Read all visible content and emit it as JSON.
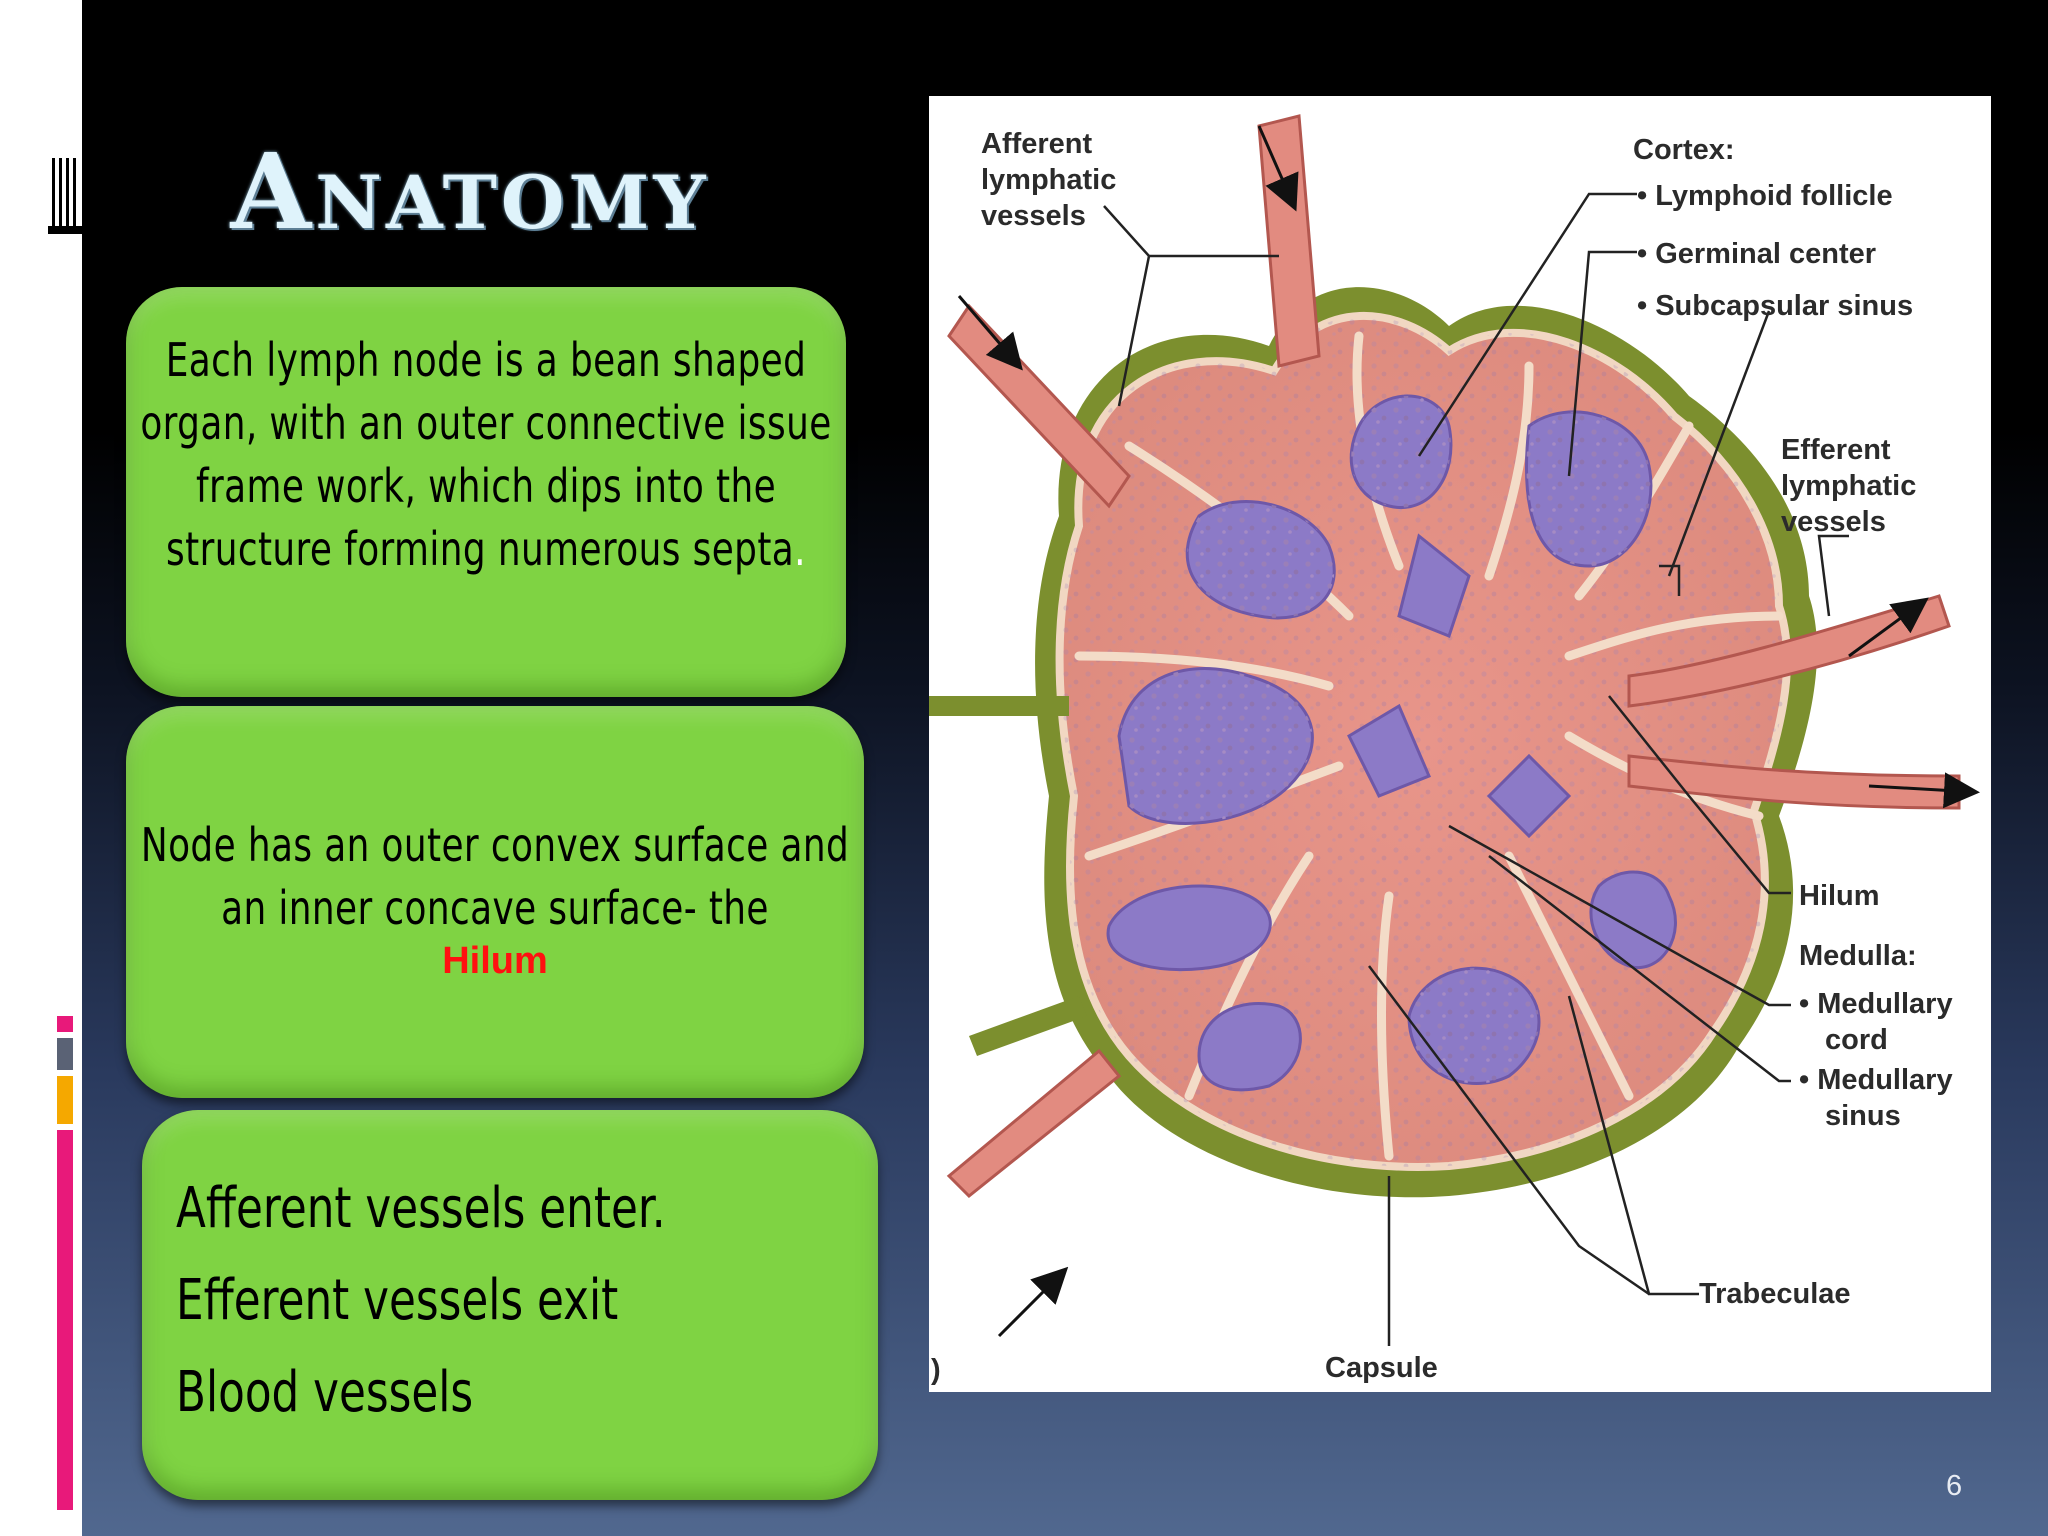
{
  "slide": {
    "title": "Anatomy",
    "page_number": "6"
  },
  "box1": {
    "text": "Each lymph node is a bean shaped organ, with an outer connective issue frame work, which dips into the structure  forming  numerous septa",
    "trailing_dot": "."
  },
  "box2": {
    "text": "Node has an outer convex surface and an inner concave surface- the",
    "highlight": "Hilum",
    "highlight_color": "#ff1010"
  },
  "box3": {
    "lines": [
      "Afferent vessels enter.",
      "Efferent vessels exit",
      "Blood vessels"
    ]
  },
  "diagram": {
    "labels": {
      "afferent": [
        "Afferent",
        "lymphatic",
        "vessels"
      ],
      "cortex_heading": "Cortex:",
      "cortex_items": [
        "• Lymphoid follicle",
        "• Germinal center",
        "• Subcapsular sinus"
      ],
      "efferent": [
        "Efferent",
        "lymphatic",
        "vessels"
      ],
      "hilum": "Hilum",
      "medulla_heading": "Medulla:",
      "medulla_items": [
        "• Medullary",
        "cord",
        "• Medullary",
        "sinus"
      ],
      "trabeculae": "Trabeculae",
      "capsule": "Capsule",
      "figure_part": ")"
    }
  },
  "colors": {
    "box_green": "#7fd343",
    "accent_pink": "#e8197a",
    "accent_gray": "#5a6275",
    "accent_orange": "#f5a800"
  }
}
